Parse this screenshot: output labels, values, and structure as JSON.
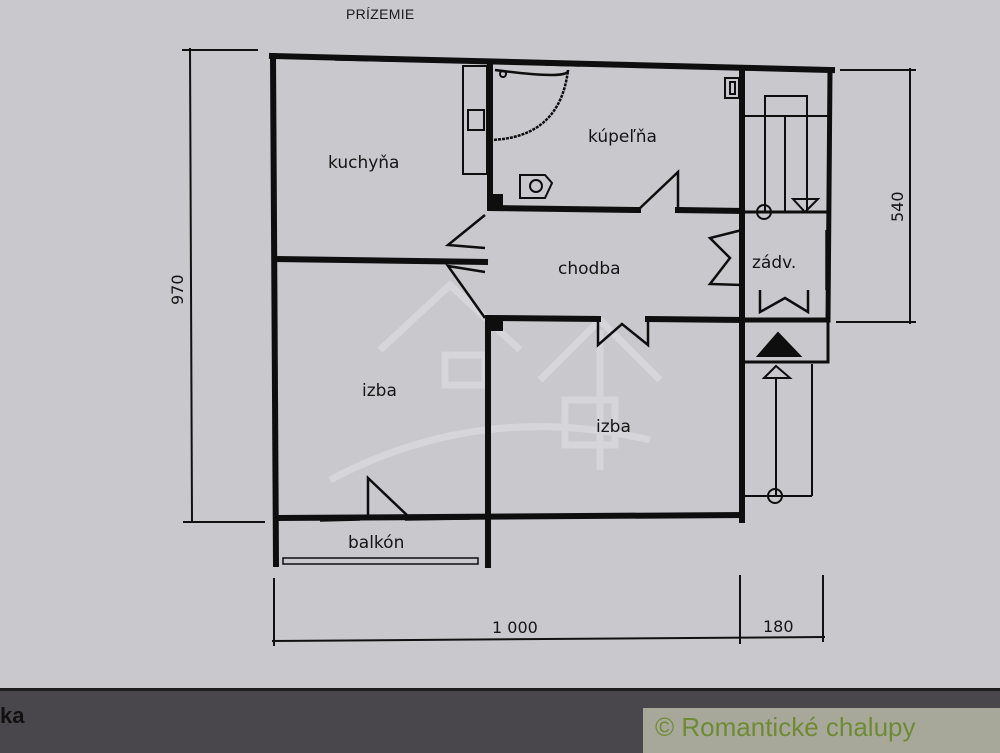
{
  "title": "PRÍZEMIE",
  "plan": {
    "rooms": [
      {
        "id": "kitchen",
        "label": "kuchyňa"
      },
      {
        "id": "bathroom",
        "label": "kúpeľňa"
      },
      {
        "id": "hallway",
        "label": "chodba"
      },
      {
        "id": "back-entrance",
        "label": "zádv."
      },
      {
        "id": "room-left",
        "label": "izba"
      },
      {
        "id": "room-right",
        "label": "izba"
      },
      {
        "id": "balcony",
        "label": "balkón"
      }
    ],
    "dimensions": {
      "total_height": "970",
      "right_height": "540",
      "main_width": "1 000",
      "annex_width": "180"
    }
  },
  "footer": {
    "left_text": "ka",
    "watermark": "© Romantické chalupy"
  },
  "colors": {
    "background": "#c9c8cc",
    "lines": "#111111",
    "footer_band": "#4a474c",
    "watermark_text": "#6e8a35"
  }
}
